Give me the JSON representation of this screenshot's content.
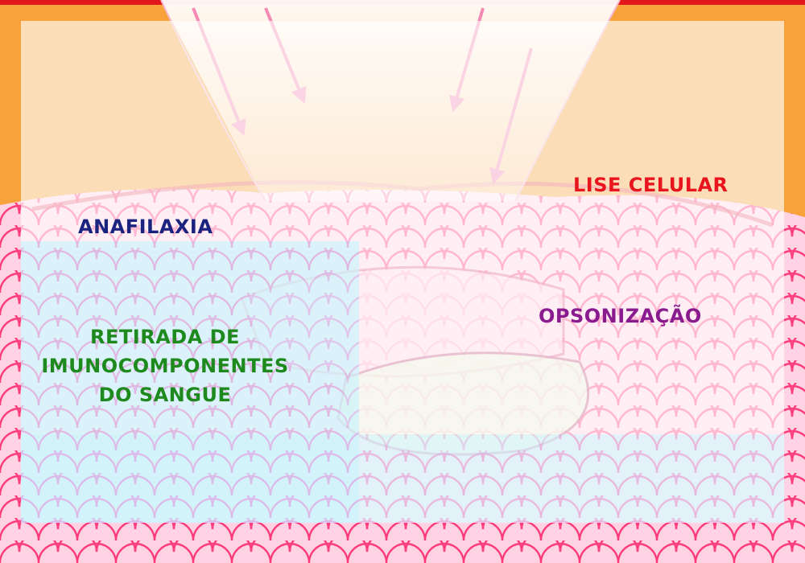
{
  "terms": {
    "anafilaxia": {
      "text": "ANAFILAXIA",
      "color": "#1a237e"
    },
    "lise_celular": {
      "text": "LISE CELULAR",
      "color": "#e8141e"
    },
    "opsonizacao": {
      "text": "OPSONIZAÇÃO",
      "color": "#8a1b8f"
    },
    "retirada": {
      "lines": [
        "RETIRADA DE",
        "IMUNOCOMPONENTES",
        "DO SANGUE"
      ],
      "color": "#1e8a1e"
    }
  },
  "colors": {
    "frame_red": "#e3161c",
    "frame_orange": "#f7a23a",
    "scale_pink": "#ff6aa8",
    "scale_blue": "#59d4f0",
    "overlay_white": "#ffffff"
  }
}
